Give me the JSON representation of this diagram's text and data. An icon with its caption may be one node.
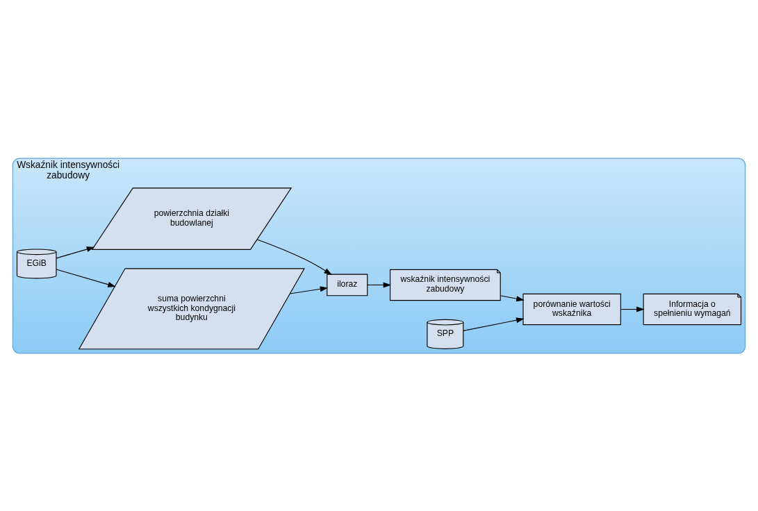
{
  "diagram": {
    "nodes": [
      {
        "text": [
          "Wskaźnik intensywności zabudowy"
        ]
      },
      {
        "text": [
          "EGiB"
        ],
        "in": 0
      },
      {
        "text": [
          "suma powierzchni wszystkich kondygnacji budynku"
        ],
        "in": 0
      },
      {
        "text": [
          "powierzchnia działki budowlanej"
        ],
        "in": 0
      },
      {
        "text": [
          "iloraz"
        ],
        "in": 0
      },
      {
        "text": [
          "wskaźnik intensywności zabudowy"
        ],
        "in": 0
      },
      {
        "text": [
          "SPP"
        ],
        "in": 0
      },
      {
        "text": [
          "porównanie wartości wskaźnika"
        ],
        "in": 0
      },
      {
        "text": [
          "Informacja o spełnieniu wymagań"
        ],
        "in": 0
      }
    ],
    "edges": [
      {
        "from": 1,
        "to": 2,
        "arrow": "to"
      },
      {
        "from": 1,
        "to": 3,
        "arrow": "to"
      },
      {
        "from": 2,
        "to": 4,
        "arrow": "to"
      },
      {
        "from": 3,
        "to": 4,
        "arrow": "to"
      },
      {
        "from": 4,
        "to": 5,
        "arrow": "to"
      },
      {
        "from": 5,
        "to": 7,
        "arrow": "to"
      },
      {
        "from": 6,
        "to": 7,
        "arrow": "to"
      },
      {
        "from": 7,
        "to": 8,
        "arrow": "to"
      }
    ]
  }
}
